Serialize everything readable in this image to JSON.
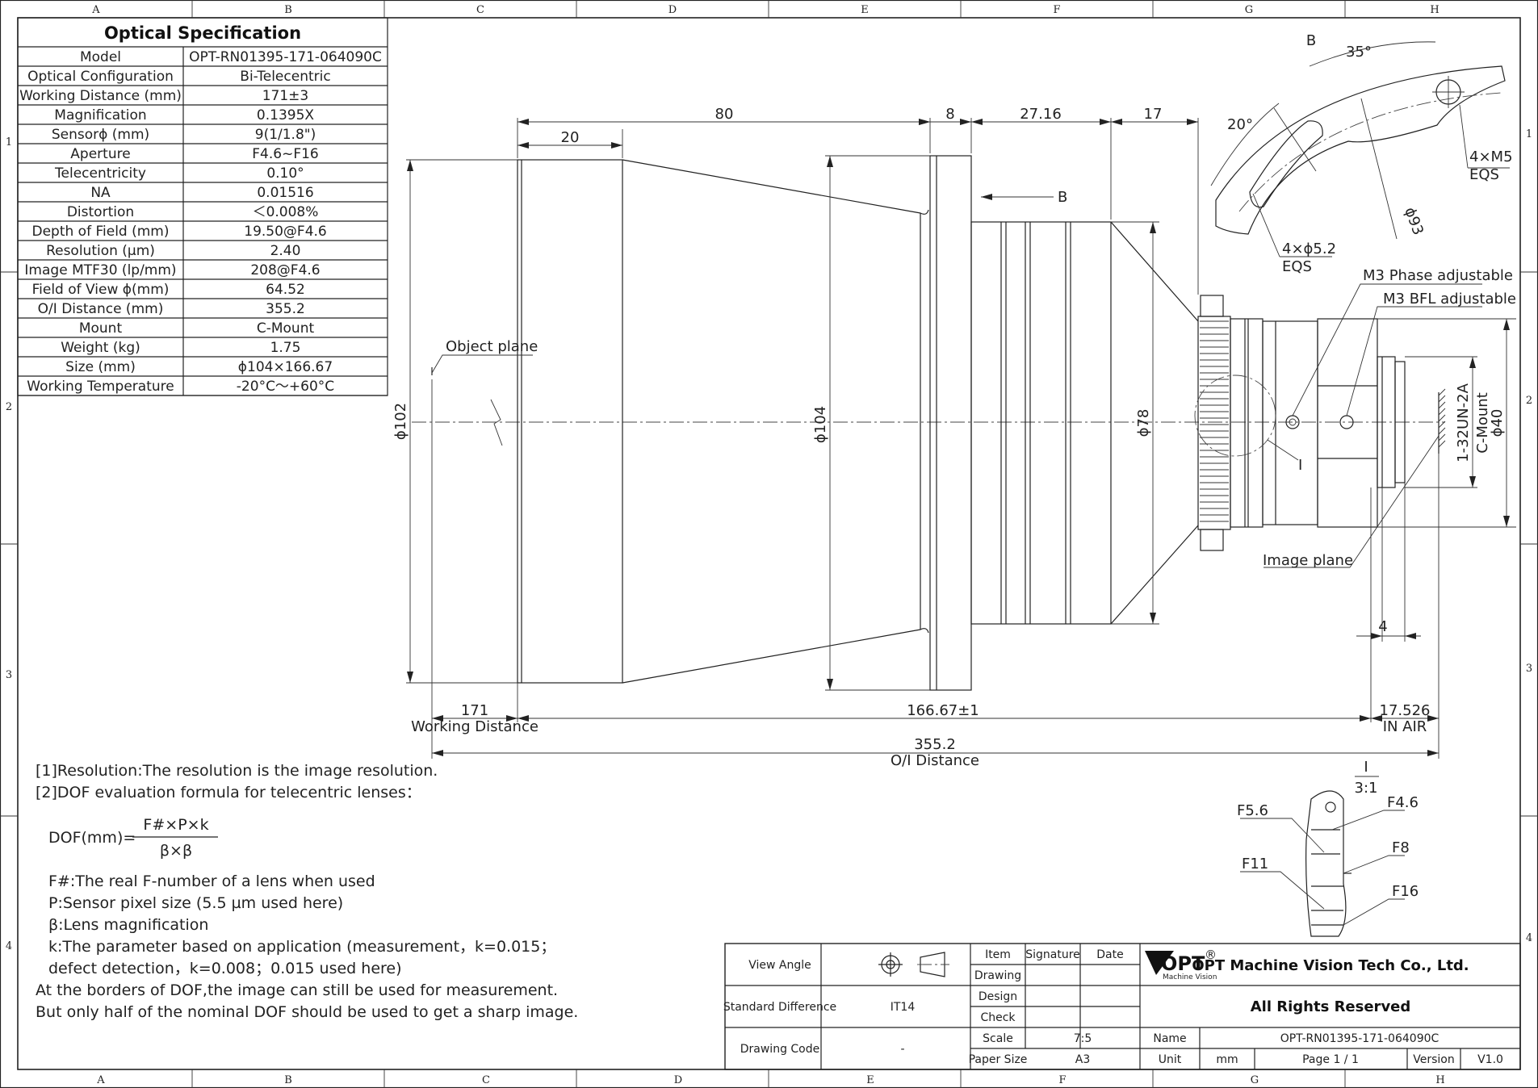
{
  "grid": {
    "columns": [
      "A",
      "B",
      "C",
      "D",
      "E",
      "F",
      "G",
      "H"
    ],
    "rows": [
      "1",
      "2",
      "3",
      "4"
    ]
  },
  "spec_table": {
    "title": "Optical Specification",
    "rows": [
      {
        "label": "Model",
        "value": "OPT-RN01395-171-064090C"
      },
      {
        "label": "Optical Configuration",
        "value": "Bi-Telecentric"
      },
      {
        "label": "Working Distance (mm)",
        "value": "171±3"
      },
      {
        "label": "Magnification",
        "value": "0.1395X"
      },
      {
        "label": "Sensorϕ (mm)",
        "value": "9(1/1.8\")"
      },
      {
        "label": "Aperture",
        "value": "F4.6~F16"
      },
      {
        "label": "Telecentricity",
        "value": "0.10°"
      },
      {
        "label": "NA",
        "value": "0.01516"
      },
      {
        "label": "Distortion",
        "value": "＜0.008%"
      },
      {
        "label": "Depth of Field (mm)",
        "value": "19.50@F4.6"
      },
      {
        "label": "Resolution (µm)",
        "value": "2.40"
      },
      {
        "label": "Image MTF30 (lp/mm)",
        "value": "208@F4.6"
      },
      {
        "label": "Field of View ϕ(mm)",
        "value": "64.52"
      },
      {
        "label": "O/I Distance (mm)",
        "value": "355.2"
      },
      {
        "label": "Mount",
        "value": "C-Mount"
      },
      {
        "label": "Weight (kg)",
        "value": "1.75"
      },
      {
        "label": "Size (mm)",
        "value": "ϕ104×166.67"
      },
      {
        "label": "Working Temperature",
        "value": "-20°C～+60°C"
      }
    ]
  },
  "dimensions": {
    "d80": "80",
    "d20": "20",
    "d8": "8",
    "d2716": "27.16",
    "d17": "17",
    "dia102": "ϕ102",
    "dia104": "ϕ104",
    "dia78": "ϕ78",
    "dia40": "ϕ40",
    "d171": "171",
    "working_distance": "Working Distance",
    "d16667": "166.67±1",
    "d17526": "17.526",
    "in_air": "IN AIR",
    "d3552": "355.2",
    "oi_distance": "O/I Distance",
    "d4": "4"
  },
  "labels": {
    "object_plane": "Object plane",
    "image_plane": "Image plane",
    "arrow_b": "B",
    "phase_adj": "M3 Phase adjustable",
    "bfl_adj": "M3 BFL adjustable",
    "thread_1": "1-32UN-2A",
    "thread_2": "C-Mount",
    "detail_mark": "I"
  },
  "view_b": {
    "title": "B",
    "angle35": "35°",
    "angle20": "20°",
    "m5": "4×M5",
    "m5_eqs": "EQS",
    "slot": "4×ϕ5.2",
    "slot_eqs": "EQS",
    "dia93": "ϕ93"
  },
  "detail_i": {
    "title": "I",
    "scale": "3:1",
    "f56": "F5.6",
    "f46": "F4.6",
    "f8": "F8",
    "f11": "F11",
    "f16": "F16"
  },
  "notes": {
    "n1": "[1]Resolution:The resolution is  the image resolution.",
    "n2": "[2]DOF evaluation formula for telecentric lenses：",
    "dof_lhs": "DOF(mm)=",
    "dof_num": "F#×P×k",
    "dof_den": "β×β",
    "f": "F#:The real F-number of a lens when used",
    "p": "P:Sensor pixel size (5.5 µm used here)",
    "b": "β:Lens magnification",
    "k1": "k:The parameter based on application (measurement，k=0.015；",
    "k2": "defect detection，k=0.008；0.015 used here)",
    "c1": "At the borders of DOF,the image can still be used for measurement.",
    "c2": "But only half of the nominal DOF should be used to get a sharp image."
  },
  "title_block": {
    "view_angle": "View Angle",
    "standard_difference": "Standard Difference",
    "std_value": "IT14",
    "drawing_code": "Drawing Code",
    "code_value": "-",
    "item": "Item",
    "signature": "Signature",
    "date": "Date",
    "drawing": "Drawing",
    "design": "Design",
    "check": "Check",
    "scale": "Scale",
    "scale_value": "7:5",
    "paper_size": "Paper Size",
    "paper_value": "A3",
    "logo_text": "OPT",
    "logo_reg": "®",
    "logo_sub": "Machine Vision",
    "company": "OPT Machine Vision Tech Co., Ltd.",
    "rights": "All Rights Reserved",
    "name": "Name",
    "name_value": "OPT-RN01395-171-064090C",
    "unit": "Unit",
    "unit_value": "mm",
    "page": "Page  1 / 1",
    "version": "Version",
    "version_value": "V1.0"
  }
}
